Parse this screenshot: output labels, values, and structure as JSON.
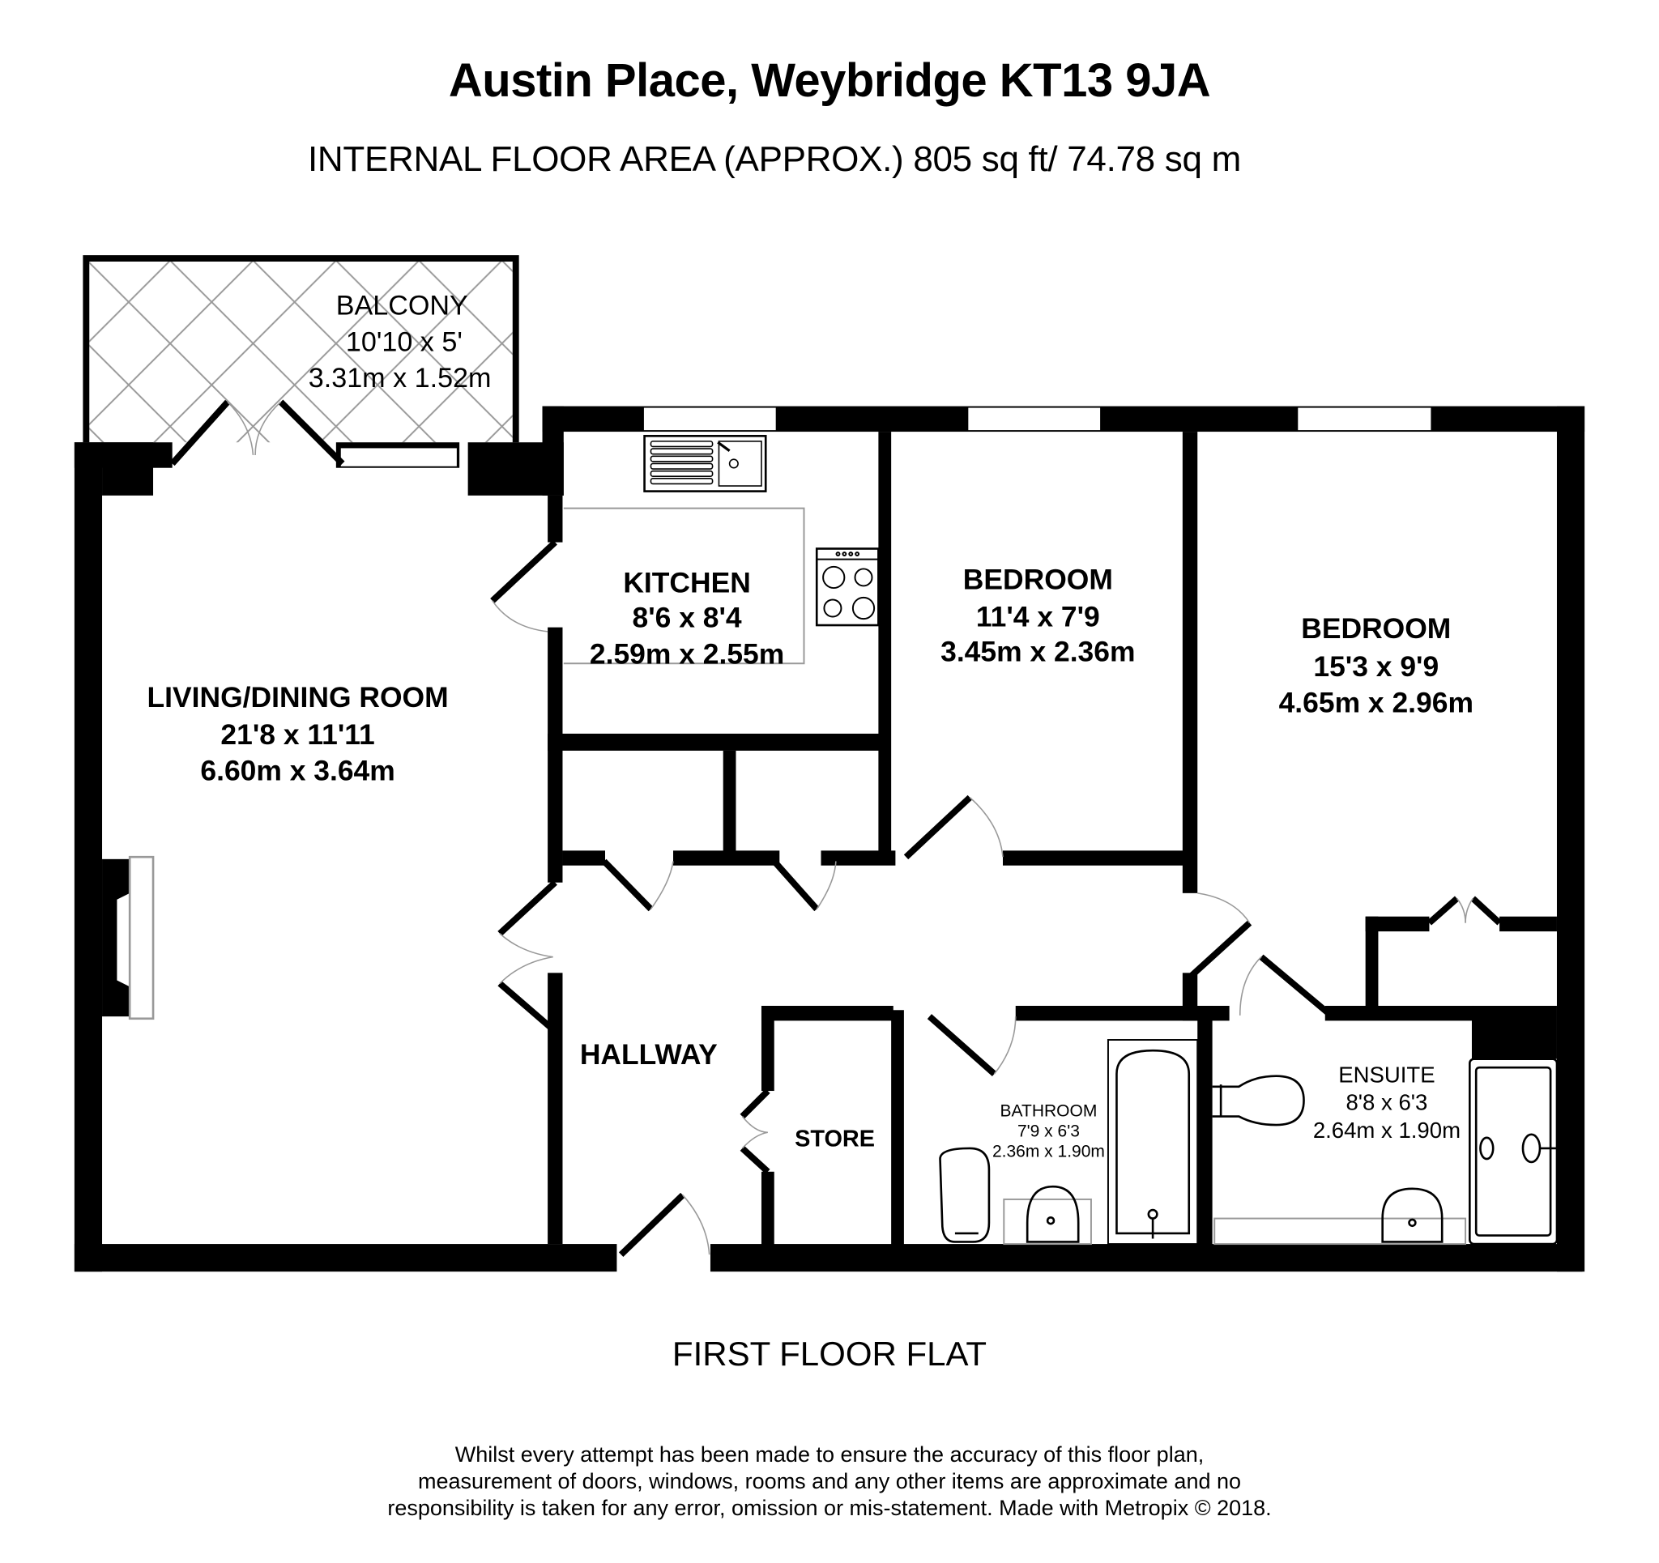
{
  "header": {
    "title": "Austin Place, Weybridge KT13 9JA",
    "subtitle": "INTERNAL FLOOR AREA (APPROX.) 805 sq ft/ 74.78 sq m"
  },
  "rooms": {
    "balcony": {
      "name": "BALCONY",
      "imperial": "10'10 x 5'",
      "metric": "3.31m x 1.52m"
    },
    "kitchen": {
      "name": "KITCHEN",
      "imperial": "8'6 x 8'4",
      "metric": "2.59m x 2.55m"
    },
    "bedroom1": {
      "name": "BEDROOM",
      "imperial": "11'4 x 7'9",
      "metric": "3.45m x 2.36m"
    },
    "bedroom2": {
      "name": "BEDROOM",
      "imperial": "15'3 x 9'9",
      "metric": "4.65m x 2.96m"
    },
    "living": {
      "name": "LIVING/DINING ROOM",
      "imperial": "21'8 x 11'11",
      "metric": "6.60m x 3.64m"
    },
    "hallway": {
      "name": "HALLWAY"
    },
    "store": {
      "name": "STORE"
    },
    "bathroom": {
      "name": "BATHROOM",
      "imperial": "7'9 x 6'3",
      "metric": "2.36m x 1.90m"
    },
    "ensuite": {
      "name": "ENSUITE",
      "imperial": "8'8 x 6'3",
      "metric": "2.64m x 1.90m"
    }
  },
  "footer": {
    "floor_label": "FIRST FLOOR FLAT",
    "disclaimer_line1": "Whilst every attempt has been made to ensure the accuracy of this floor plan,",
    "disclaimer_line2": "measurement of doors, windows, rooms and any other items are approximate and no",
    "disclaimer_line3": "responsibility is taken for any error, omission or mis-statement. Made with Metropix © 2018."
  },
  "colors": {
    "wall": "#000000",
    "fixture_line": "#999999",
    "background": "#ffffff"
  }
}
